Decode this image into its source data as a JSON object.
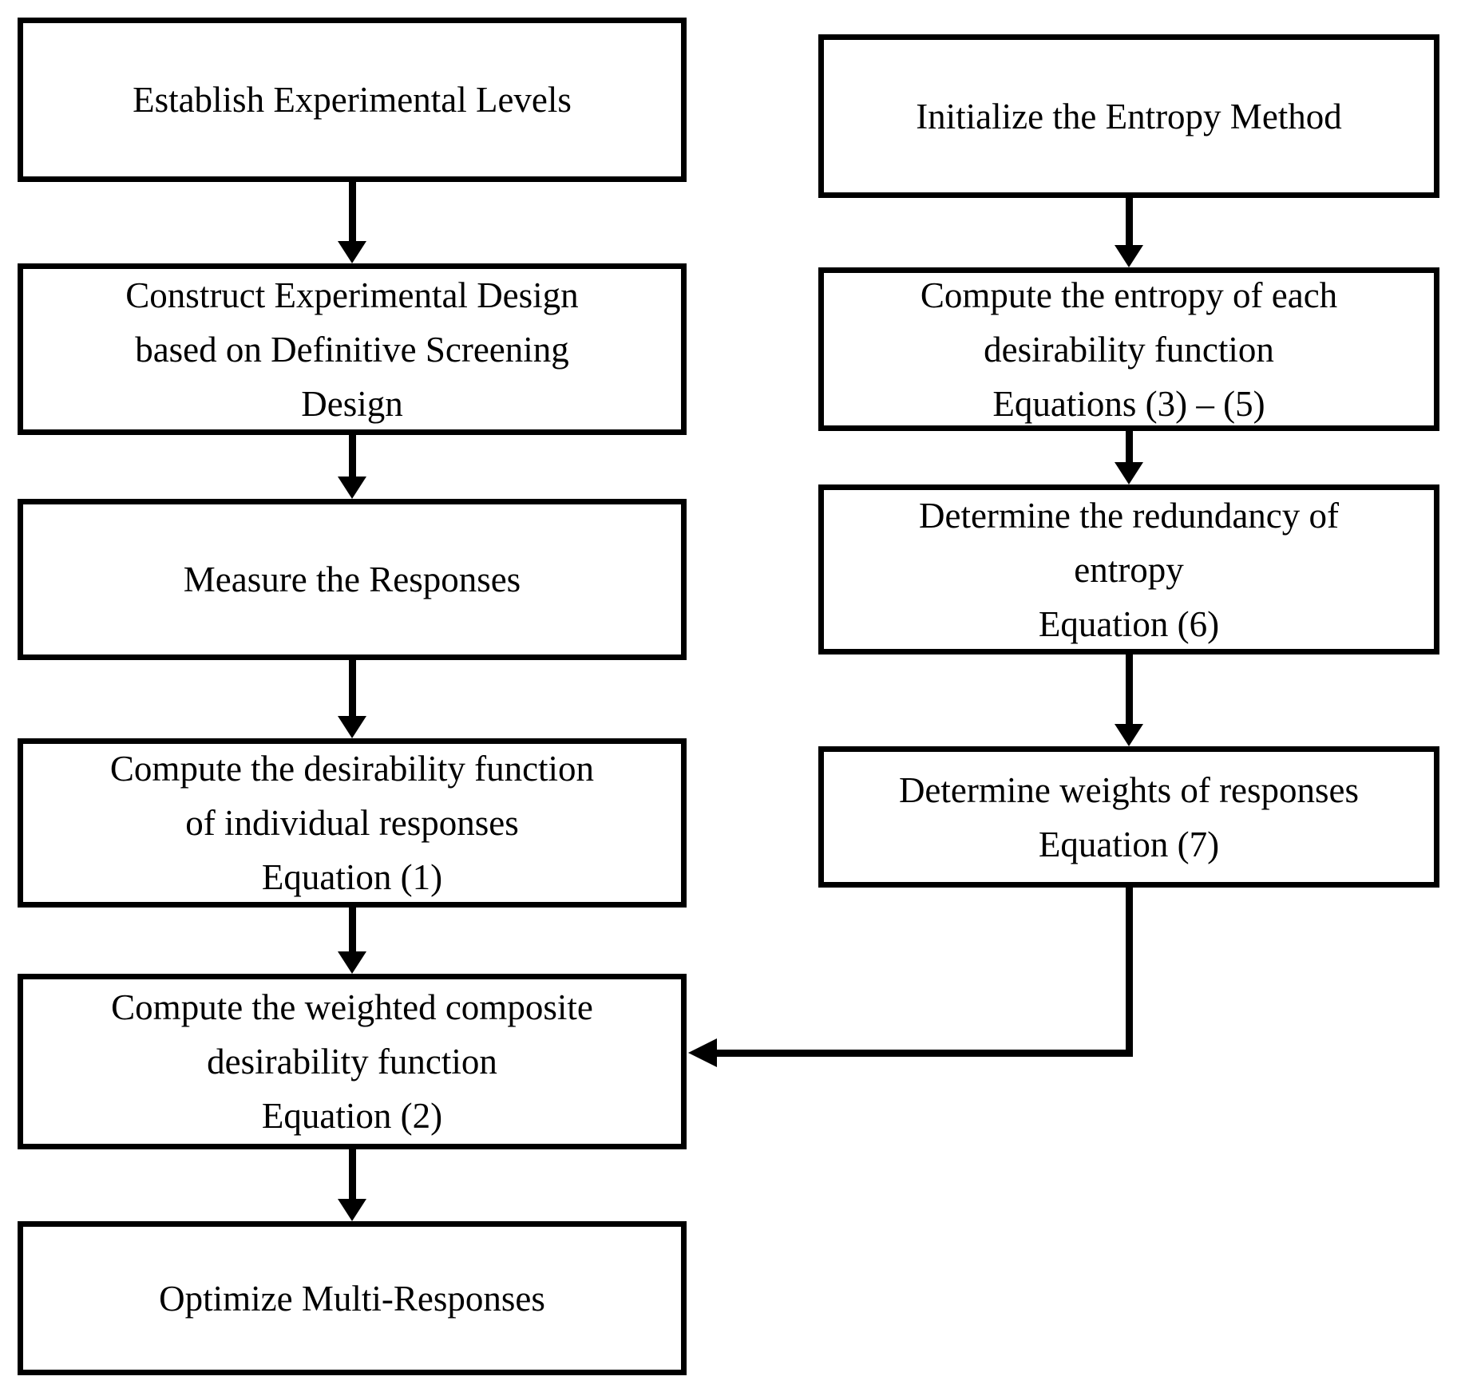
{
  "flow": {
    "title": "Flowchart: entropy-weighted composite desirability optimization procedure",
    "colors": {
      "stroke": "#000000",
      "fill": "#ffffff",
      "text": "#000000"
    },
    "left": [
      {
        "id": "establish-experimental-levels",
        "text": "Establish Experimental Levels"
      },
      {
        "id": "construct-experimental-design",
        "text": "Construct Experimental Design\nbased on Definitive Screening\nDesign"
      },
      {
        "id": "measure-responses",
        "text": "Measure the Responses"
      },
      {
        "id": "compute-desirability-function",
        "text": "Compute the desirability function\nof individual responses\nEquation (1)"
      },
      {
        "id": "compute-weighted-composite-desirability",
        "text": "Compute the weighted composite\ndesirability function\nEquation (2)"
      },
      {
        "id": "optimize-multi-responses",
        "text": "Optimize Multi-Responses"
      }
    ],
    "right": [
      {
        "id": "initialize-entropy-method",
        "text": "Initialize the Entropy Method"
      },
      {
        "id": "compute-entropy-each-desirability",
        "text": "Compute the entropy of each\ndesirability function\nEquations (3) – (5)"
      },
      {
        "id": "determine-redundancy-entropy",
        "text": "Determine the redundancy of\nentropy\nEquation (6)"
      },
      {
        "id": "determine-weights-responses",
        "text": "Determine weights of responses\nEquation (7)"
      }
    ]
  }
}
